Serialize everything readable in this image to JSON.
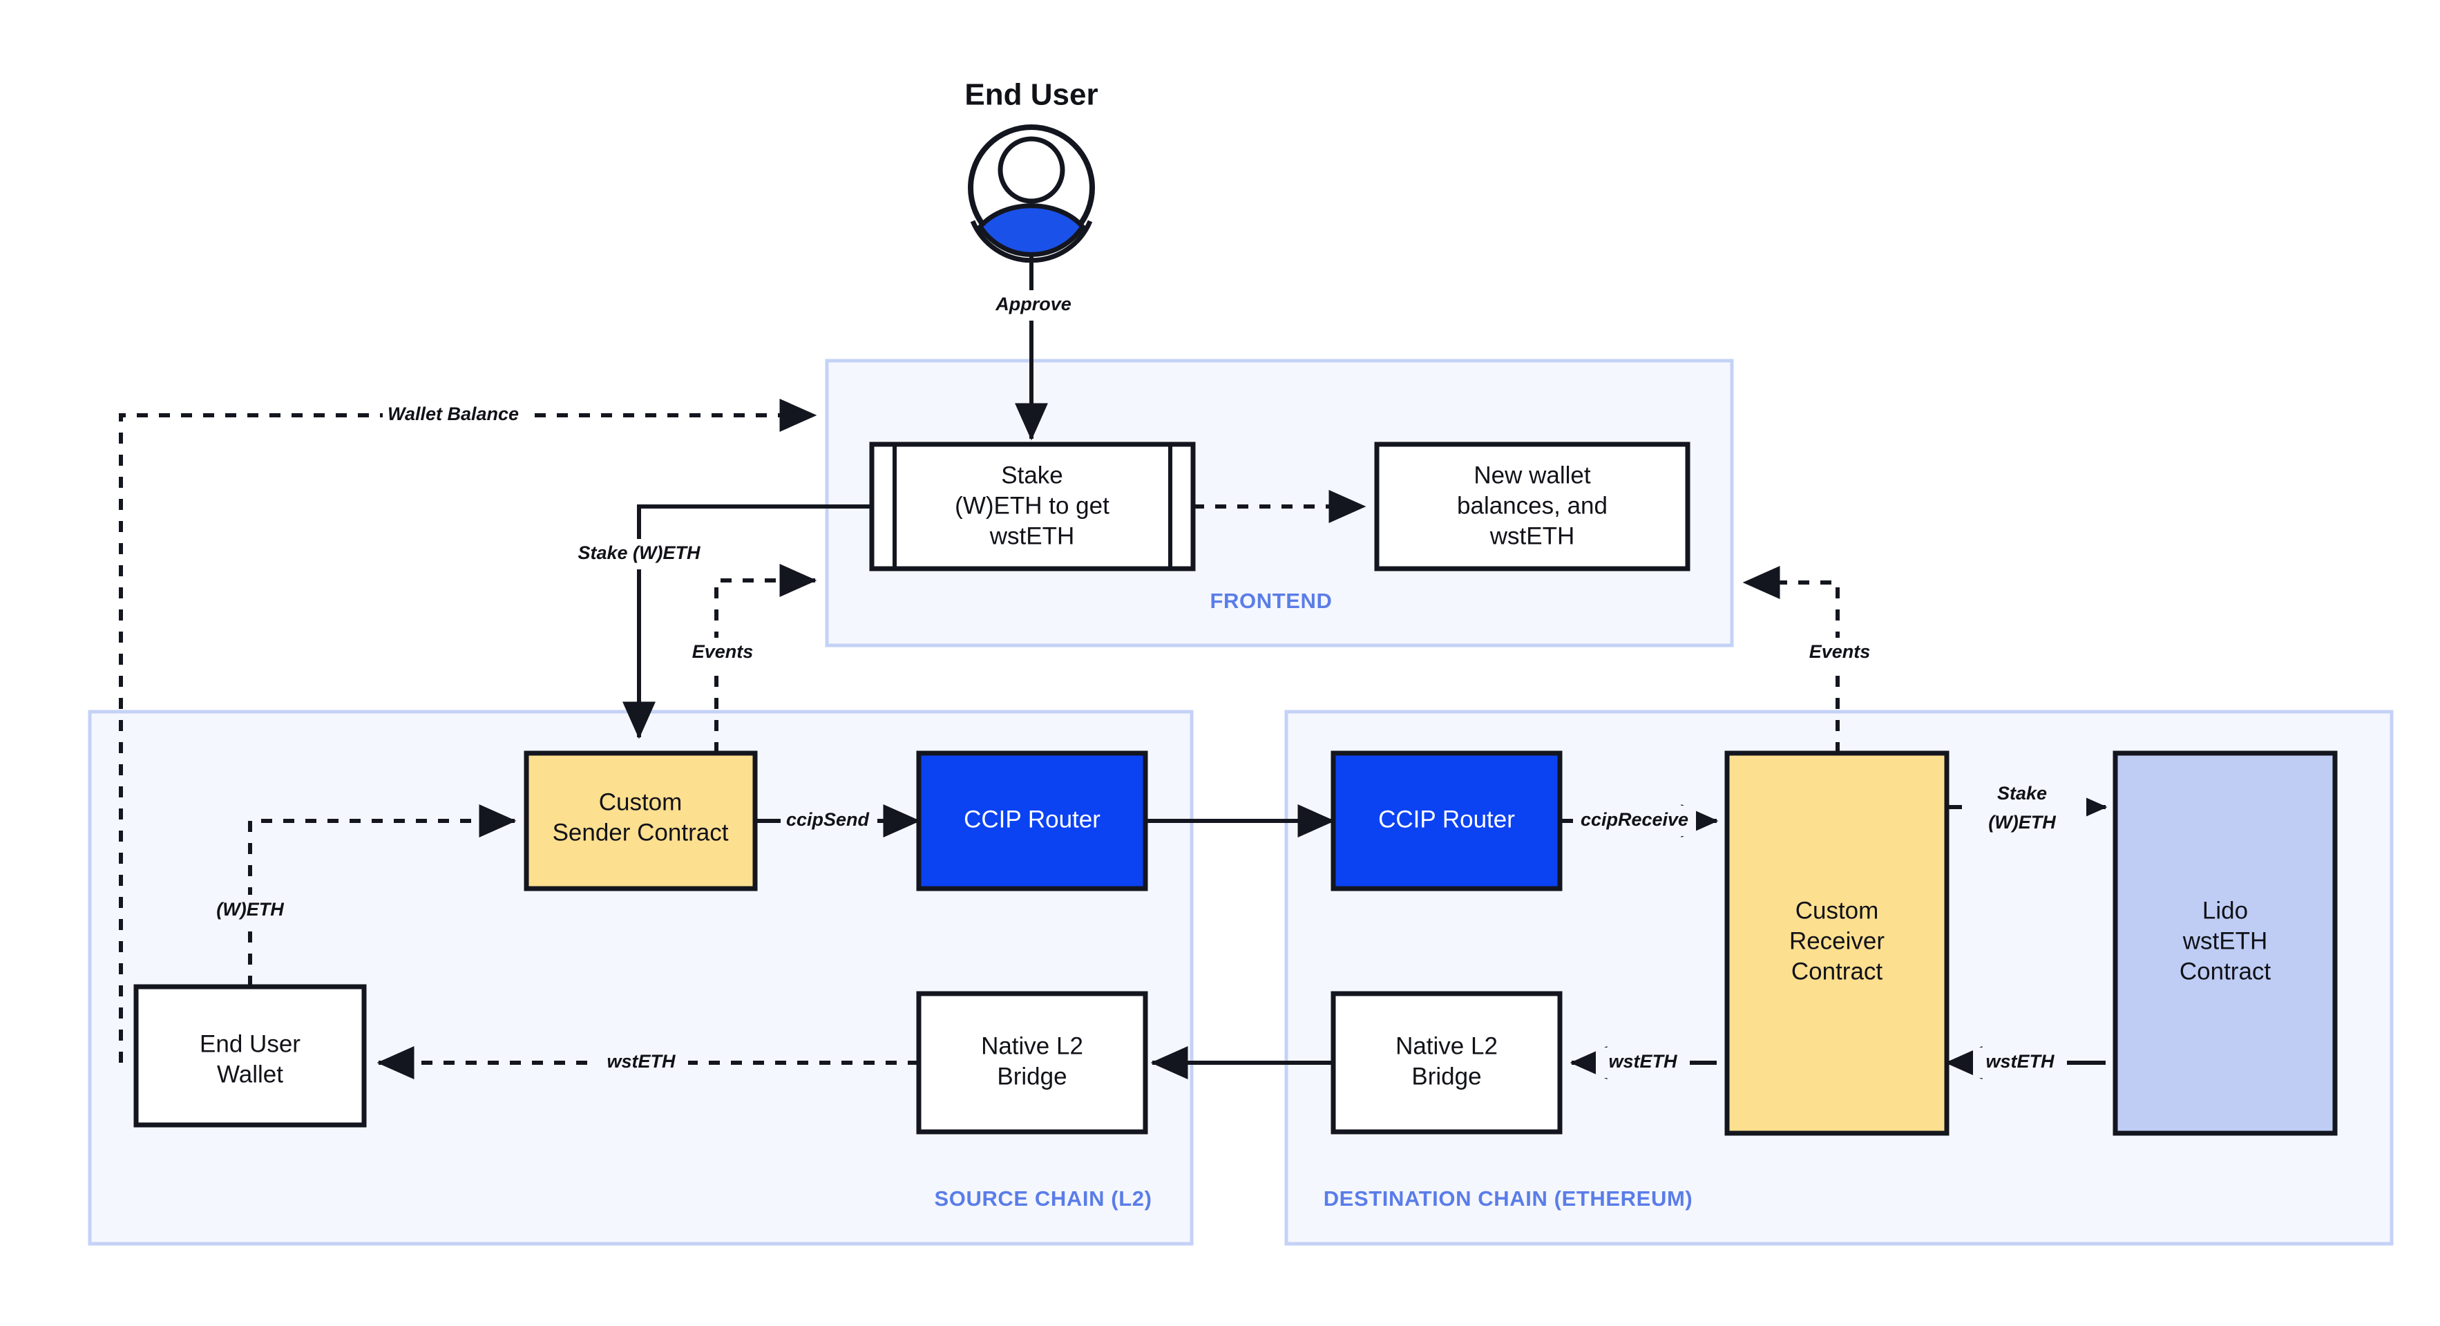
{
  "diagram": {
    "title": "CCIP cross-chain Lido wstETH staking architecture",
    "colors": {
      "accent_blue": "#0b42f2",
      "zone_fill": "#f5f7fe",
      "zone_border": "#c5d2f7",
      "zone_label": "#5a7de8",
      "contract_yellow": "#fddf90",
      "lido_periwinkle": "#bfcdf5",
      "stroke_dark": "#14161f",
      "avatar_blue": "#1a51e8"
    }
  },
  "actor": {
    "title": "End User",
    "icon": "user-avatar-icon"
  },
  "zones": [
    {
      "id": "frontend",
      "label": "FRONTEND"
    },
    {
      "id": "source_chain",
      "label": "SOURCE CHAIN (L2)"
    },
    {
      "id": "destination_chain",
      "label": "DESTINATION CHAIN (ETHEREUM)"
    }
  ],
  "nodes": {
    "stake_form": {
      "label": "Stake\n(W)ETH to get\nwstETH",
      "lines": [
        "Stake",
        "(W)ETH to get",
        "wstETH"
      ],
      "shape": "predefined-process",
      "fill": "white"
    },
    "new_balances": {
      "label": "New wallet\nbalances, and\nwstETH",
      "lines": [
        "New wallet",
        "balances, and",
        "wstETH"
      ],
      "shape": "rect",
      "fill": "white"
    },
    "custom_sender": {
      "label": "Custom\nSender Contract",
      "lines": [
        "Custom",
        "Sender Contract"
      ],
      "shape": "rect",
      "fill": "yellow"
    },
    "ccip_router_source": {
      "label": "CCIP Router",
      "lines": [
        "CCIP Router"
      ],
      "shape": "rect",
      "fill": "blue"
    },
    "ccip_router_dest": {
      "label": "CCIP Router",
      "lines": [
        "CCIP Router"
      ],
      "shape": "rect",
      "fill": "blue"
    },
    "custom_receiver": {
      "label": "Custom\nReceiver\nContract",
      "lines": [
        "Custom",
        "Receiver",
        "Contract"
      ],
      "shape": "rect",
      "fill": "yellow"
    },
    "lido_contract": {
      "label": "Lido\nwstETH\nContract",
      "lines": [
        "Lido",
        "wstETH",
        "Contract"
      ],
      "shape": "rect",
      "fill": "periwinkle"
    },
    "end_user_wallet": {
      "label": "End User\nWallet",
      "lines": [
        "End User",
        "Wallet"
      ],
      "shape": "rect",
      "fill": "white"
    },
    "native_l2_bridge_source": {
      "label": "Native L2\nBridge",
      "lines": [
        "Native L2",
        "Bridge"
      ],
      "shape": "rect",
      "fill": "white"
    },
    "native_l2_bridge_dest": {
      "label": "Native L2\nBridge",
      "lines": [
        "Native L2",
        "Bridge"
      ],
      "shape": "rect",
      "fill": "white"
    }
  },
  "edges": [
    {
      "id": "approve",
      "label": "Approve",
      "from": "end_user",
      "to": "stake_form",
      "style": "solid"
    },
    {
      "id": "wallet_balance",
      "label": "Wallet Balance",
      "from": "end_user_wallet",
      "to": "frontend",
      "style": "dashed"
    },
    {
      "id": "stake_weth_front",
      "label": "Stake (W)ETH",
      "from": "stake_form",
      "to": "custom_sender",
      "style": "solid"
    },
    {
      "id": "events_source",
      "label": "Events",
      "from": "custom_sender",
      "to": "frontend",
      "style": "dashed"
    },
    {
      "id": "new_balances_edge",
      "label": "",
      "from": "stake_form",
      "to": "new_balances",
      "style": "dashed"
    },
    {
      "id": "events_dest",
      "label": "Events",
      "from": "custom_receiver",
      "to": "frontend",
      "style": "dashed"
    },
    {
      "id": "weth_wallet",
      "label": "(W)ETH",
      "from": "end_user_wallet",
      "to": "custom_sender",
      "style": "dashed"
    },
    {
      "id": "ccip_send",
      "label": "ccipSend",
      "from": "custom_sender",
      "to": "ccip_router_source",
      "style": "solid"
    },
    {
      "id": "router_to_router",
      "label": "",
      "from": "ccip_router_source",
      "to": "ccip_router_dest",
      "style": "solid"
    },
    {
      "id": "ccip_receive",
      "label": "ccipReceive",
      "from": "ccip_router_dest",
      "to": "custom_receiver",
      "style": "solid"
    },
    {
      "id": "stake_weth_dest",
      "label": "Stake\n(W)ETH",
      "lines": [
        "Stake",
        "(W)ETH"
      ],
      "from": "custom_receiver",
      "to": "lido_contract",
      "style": "solid"
    },
    {
      "id": "wsteth_lido_to_receiver",
      "label": "wstETH",
      "from": "lido_contract",
      "to": "custom_receiver",
      "style": "solid"
    },
    {
      "id": "wsteth_receiver_to_bridge",
      "label": "wstETH",
      "from": "custom_receiver",
      "to": "native_l2_bridge_dest",
      "style": "solid"
    },
    {
      "id": "bridge_to_bridge",
      "label": "",
      "from": "native_l2_bridge_dest",
      "to": "native_l2_bridge_source",
      "style": "solid"
    },
    {
      "id": "wsteth_bridge_to_wallet",
      "label": "wstETH",
      "from": "native_l2_bridge_source",
      "to": "end_user_wallet",
      "style": "dashed"
    }
  ]
}
